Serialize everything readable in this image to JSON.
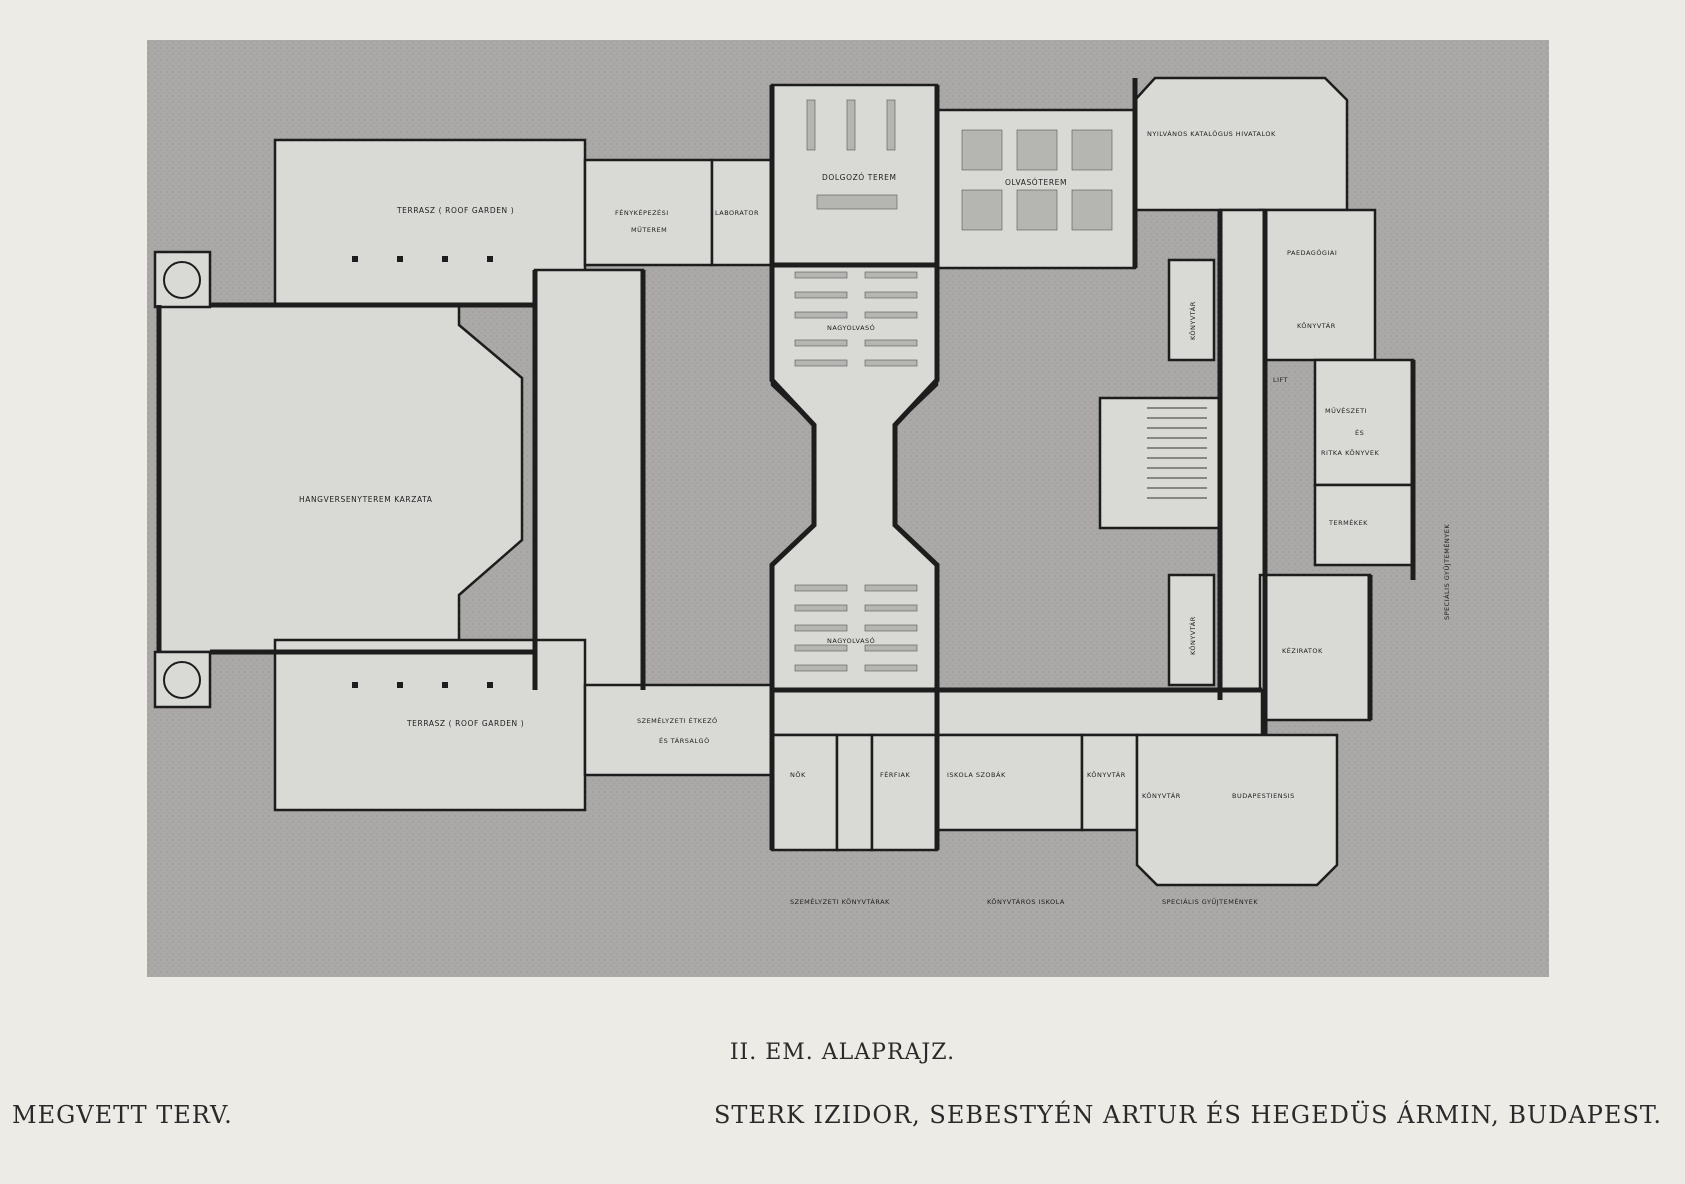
{
  "caption": {
    "title": "II. EM. ALAPRAJZ.",
    "left": "MEGVETT TERV.",
    "right": "STERK IZIDOR, SEBESTYÉN ARTUR ÉS HEGEDÜS ÁRMIN, BUDAPEST."
  },
  "rooms": {
    "terrace_top": "TERRASZ ( ROOF GARDEN )",
    "photo_studio_1": "FÉNYKÉPEZÉSI",
    "photo_studio_2": "MŰTEREM",
    "laboratory": "LABORATOR",
    "work_room": "DOLGOZÓ TEREM",
    "reading_room_top": "OLVASÓTEREM",
    "public_catalogue": "NYILVÁNOS KATALÓGUS HIVATALOK",
    "pedagogical": "PAEDAGÓGIAI",
    "library": "KÖNYVTÁR",
    "stacks_1": "KÖNYVTÁR",
    "stacks_2": "KÖNYVTÁR",
    "hall_stage": "HANGVERSENYTEREM KARZATA",
    "large_reading_1": "NAGYOLVASÓ",
    "large_reading_2": "NAGYOLVASÓ",
    "lift": "LIFT",
    "arts_1": "MŰVÉSZETI",
    "arts_2": "ÉS",
    "arts_3": "RITKA KÖNYVEK",
    "products": "TERMÉKEK",
    "manuscripts": "KÉZIRATOK",
    "terrace_bottom": "TERRASZ ( ROOF GARDEN )",
    "staff_dining_1": "SZEMÉLYZETI ÉTKEZŐ",
    "staff_dining_2": "ÉS TÁRSALGÓ",
    "women": "NŐK",
    "men": "FÉRFIAK",
    "school_rooms": "ISKOLA SZOBÁK",
    "book_store_1": "KÖNYVTÁR",
    "book_store_2": "KÖNYVTÁR",
    "budapestiensis": "BUDAPESTIENSIS",
    "special_collections_side": "SPECIÁLIS GYŰJTEMÉNYEK"
  },
  "footer_labels": {
    "staff_libraries": "SZEMÉLYZETI KÖNYVTÁRAK",
    "librarian_school": "KÖNYVTÁROS ISKOLA",
    "special_collections": "SPECIÁLIS GYŰJTEMÉNYEK"
  },
  "colors": {
    "background": "#ecebe6",
    "ground": "#a8a8a6",
    "floor": "#d9d9d6",
    "wall": "#1d1d1d"
  }
}
